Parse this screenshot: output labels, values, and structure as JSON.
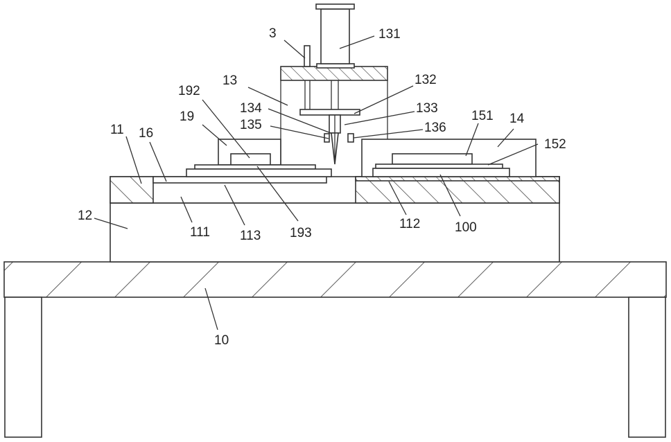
{
  "figure": {
    "labels": {
      "l3": "3",
      "l131": "131",
      "l13": "13",
      "l132": "132",
      "l192": "192",
      "l134": "134",
      "l133": "133",
      "l19": "19",
      "l135": "135",
      "l136": "136",
      "l151": "151",
      "l14": "14",
      "l11": "11",
      "l16": "16",
      "l152": "152",
      "l12": "12",
      "l111": "111",
      "l113": "113",
      "l193": "193",
      "l112": "112",
      "l100": "100",
      "l10": "10"
    }
  },
  "colors": {
    "line": "#333333",
    "text": "#222222",
    "background": "#ffffff"
  }
}
